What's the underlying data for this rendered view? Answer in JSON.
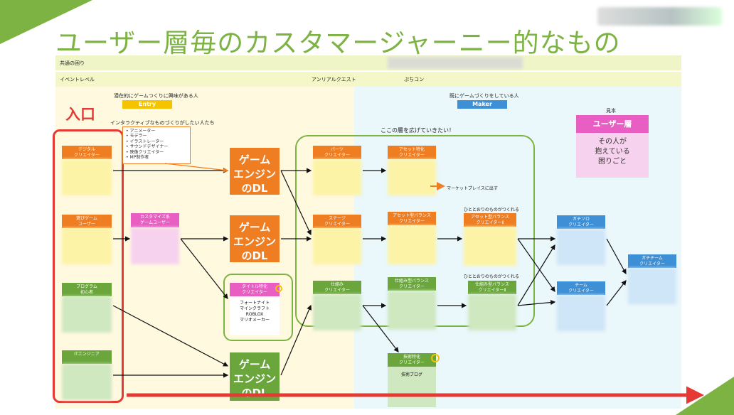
{
  "title": "ユーザー層毎のカスタマージャーニー的なもの",
  "band1": {
    "label": "共通の困り"
  },
  "band2": {
    "label": "イベントレベル",
    "col1": "アンリアルクエスト",
    "col2": "ぷちコン"
  },
  "entry": {
    "caption": "潜在的にゲームつくりに興味がある人",
    "badge": "Entry"
  },
  "maker": {
    "caption": "既にゲームづくりをしている人",
    "badge": "Maker"
  },
  "entrance": "入口",
  "interactive": {
    "caption": "インタラクティブなものづくりがしたい人たち",
    "items": [
      "アニメーター",
      "モデラー",
      "イラストレーター",
      "サウンドデザイナー",
      "映像クリエイター",
      "MP制作者"
    ]
  },
  "expand_note": "ここの層を広げていきたい！",
  "legend": {
    "label": "見本",
    "header": "ユーザー層",
    "body": [
      "その人が",
      "抱えている",
      "困りごと"
    ]
  },
  "left_cards": [
    {
      "label": "デジタル\nクリエイター",
      "color": "orange"
    },
    {
      "label": "遊びゲーム\nユーザー",
      "color": "orange"
    },
    {
      "label": "プログラム\n初心者",
      "color": "green"
    },
    {
      "label": "ITエンジニア",
      "color": "green"
    }
  ],
  "custom_card": "カスタマイズ系\nゲームユーザー",
  "title_card": {
    "label": "タイトル特化\nクリエイター",
    "body": "フォートナイト\nマインクラフト\nROBLOX\nマリオメーカー"
  },
  "engine": [
    "ゲーム\nエンジン\nのDL",
    "ゲーム\nエンジン\nのDL",
    "ゲーム\nエンジン\nのDL"
  ],
  "mid_cards": [
    "パーツ\nクリエイター",
    "ステージ\nクリエイター",
    "仕組み\nクリエイター"
  ],
  "asset_cards": [
    "アセット特化\nクリエイター",
    "アセット型バランス\nクリエイター",
    "仕組み型バランス\nクリエイター"
  ],
  "market_note": "マーケットプレイスに出す",
  "tech_card": {
    "label": "技術特化\nクリエイター",
    "body": "技術ブログ"
  },
  "complete_note1": "ひととおりのものがつくれる",
  "complete_note2": "ひととおりのものがつくれる",
  "complete_cards": [
    "アセット型バランス\nクリエイターⅡ",
    "仕組み型バランス\nクリエイターⅡ"
  ],
  "blue_cards": [
    "ガチソロ\nクリエイター",
    "チーム\nクリエイター"
  ],
  "team_card": "ガチチーム\nクリエイター",
  "colors": {
    "orange": "#ef7d22",
    "green": "#6aa63c",
    "blue": "#3d8fd6",
    "pink": "#e85ec3",
    "red": "#e53935",
    "accent": "#7cb342"
  }
}
